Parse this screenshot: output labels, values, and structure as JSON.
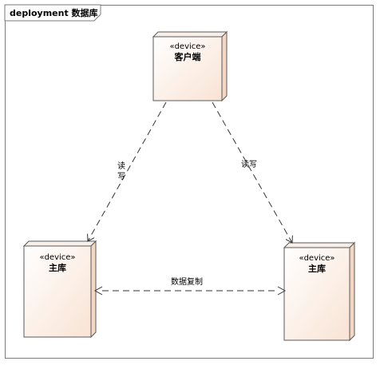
{
  "diagram": {
    "frame_label": "deployment 数据库",
    "nodes": {
      "client": {
        "stereotype": "«device»",
        "name": "客户端"
      },
      "left_db": {
        "stereotype": "«device»",
        "name": "主库"
      },
      "right_db": {
        "stereotype": "«device»",
        "name": "主库"
      }
    },
    "edges": {
      "client_left": {
        "label_chars": [
          "读",
          "写"
        ]
      },
      "client_right": {
        "label": "读写"
      },
      "replication": {
        "label": "数据复制"
      }
    },
    "colors": {
      "node_fill_top": "#ffffff",
      "node_fill_bottom": "#f9e3d4",
      "node_border": "#5a5a5a",
      "node_side": "#f3d7c3",
      "line": "#333333"
    }
  }
}
